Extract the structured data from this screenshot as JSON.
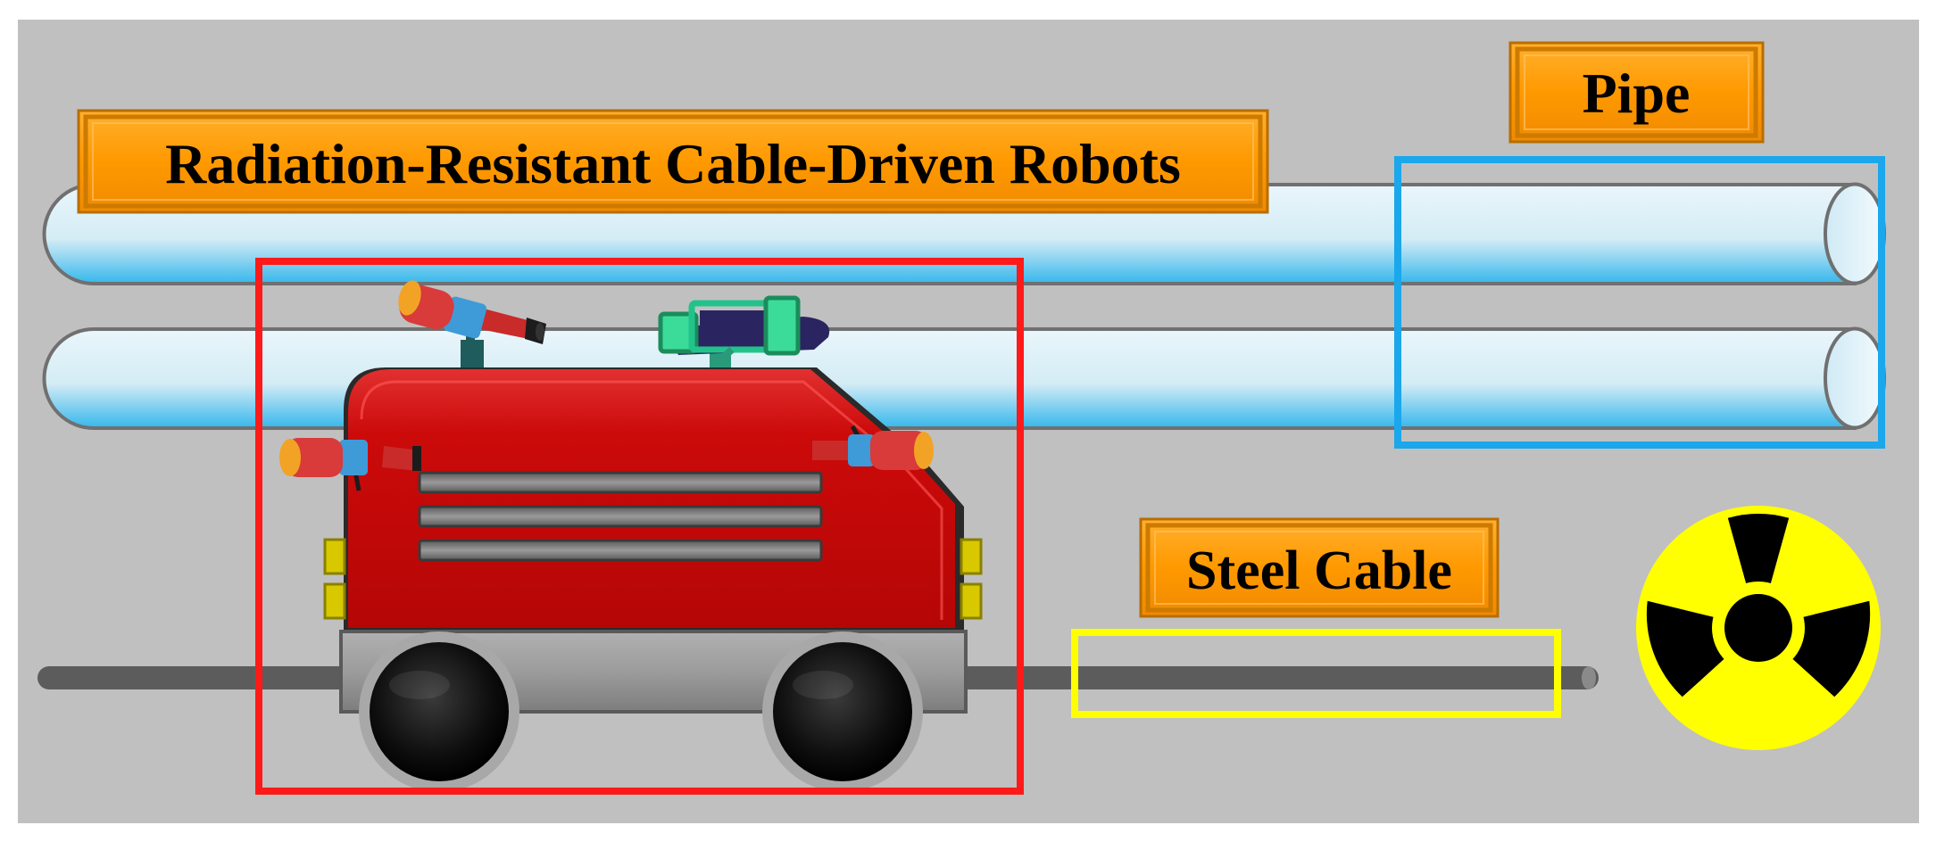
{
  "labels": {
    "robot": "Radiation-Resistant Cable-Driven Robots",
    "pipe": "Pipe",
    "cable": "Steel Cable"
  },
  "colors": {
    "background": "#c0c0c0",
    "robot_body": "#cc0a0a",
    "robot_box": "#ff1a1a",
    "pipe_box": "#1aa7ec",
    "cable_box": "#ffff00",
    "label_fill": "#ff9900",
    "radiation_yellow": "#ffff00"
  },
  "icons": {
    "radiation": "radiation-trefoil-icon"
  }
}
